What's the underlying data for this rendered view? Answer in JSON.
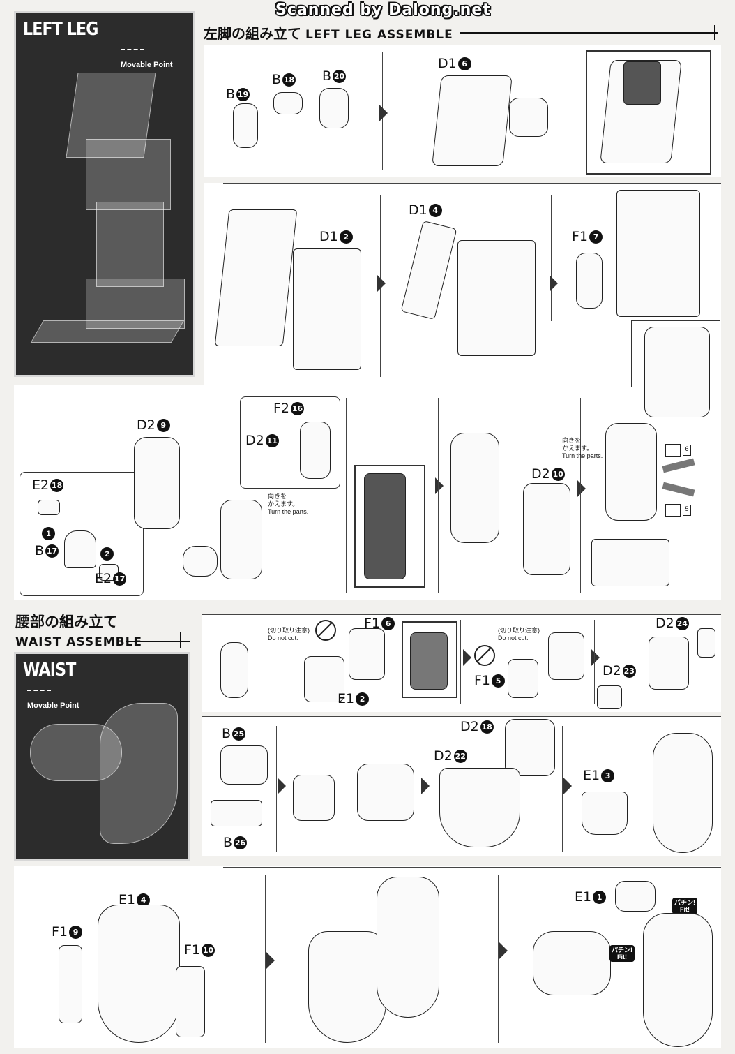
{
  "watermark": "Scanned by Dalong.net",
  "left_leg": {
    "sidebar_title": "LEFT LEG",
    "movable_point": "Movable Point",
    "heading_jp": "左脚の組み立て",
    "heading_en": "LEFT LEG ASSEMBLE",
    "labels": {
      "b19": {
        "letter": "B",
        "num": "19"
      },
      "b18": {
        "letter": "B",
        "num": "18"
      },
      "b20": {
        "letter": "B",
        "num": "20"
      },
      "d16": {
        "letter": "D1",
        "num": "6"
      },
      "d12": {
        "letter": "D1",
        "num": "2"
      },
      "d14": {
        "letter": "D1",
        "num": "4"
      },
      "f17": {
        "letter": "F1",
        "num": "7"
      },
      "d29": {
        "letter": "D2",
        "num": "9"
      },
      "e218": {
        "letter": "E2",
        "num": "18"
      },
      "b17": {
        "letter": "B",
        "num": "17"
      },
      "e217": {
        "letter": "E2",
        "num": "17"
      },
      "f216": {
        "letter": "F2",
        "num": "16"
      },
      "d211": {
        "letter": "D2",
        "num": "11"
      },
      "d210": {
        "letter": "D2",
        "num": "10"
      }
    },
    "step_nums": {
      "one": "1",
      "two": "2"
    },
    "turn_jp": "向きを\nかえます。",
    "turn_en": "Turn the parts.",
    "turn2_jp": "向きを\nかえます。",
    "turn2_en": "Turn the parts.",
    "sticker_6": "6",
    "sticker_5": "5"
  },
  "waist": {
    "heading_jp": "腰部の組み立て",
    "heading_en": "WAIST ASSEMBLE",
    "sidebar_title": "WAIST",
    "movable_point": "Movable Point",
    "donotcut_jp": "(切り取り注意)",
    "donotcut_en": "Do not cut.",
    "donotcut2_jp": "(切り取り注意)",
    "donotcut2_en": "Do not cut.",
    "labels": {
      "f16": {
        "letter": "F1",
        "num": "6"
      },
      "e12": {
        "letter": "E1",
        "num": "2"
      },
      "f15": {
        "letter": "F1",
        "num": "5"
      },
      "d224": {
        "letter": "D2",
        "num": "24"
      },
      "d223": {
        "letter": "D2",
        "num": "23"
      },
      "b25": {
        "letter": "B",
        "num": "25"
      },
      "b26": {
        "letter": "B",
        "num": "26"
      },
      "d218": {
        "letter": "D2",
        "num": "18"
      },
      "d222": {
        "letter": "D2",
        "num": "22"
      },
      "e13": {
        "letter": "E1",
        "num": "3"
      },
      "e14": {
        "letter": "E1",
        "num": "4"
      },
      "f19": {
        "letter": "F1",
        "num": "9"
      },
      "f110": {
        "letter": "F1",
        "num": "10"
      },
      "e11": {
        "letter": "E1",
        "num": "1"
      }
    },
    "fit1_jp": "パチン!",
    "fit1_en": "Fit!",
    "fit2_jp": "パチン!",
    "fit2_en": "Fit!"
  }
}
